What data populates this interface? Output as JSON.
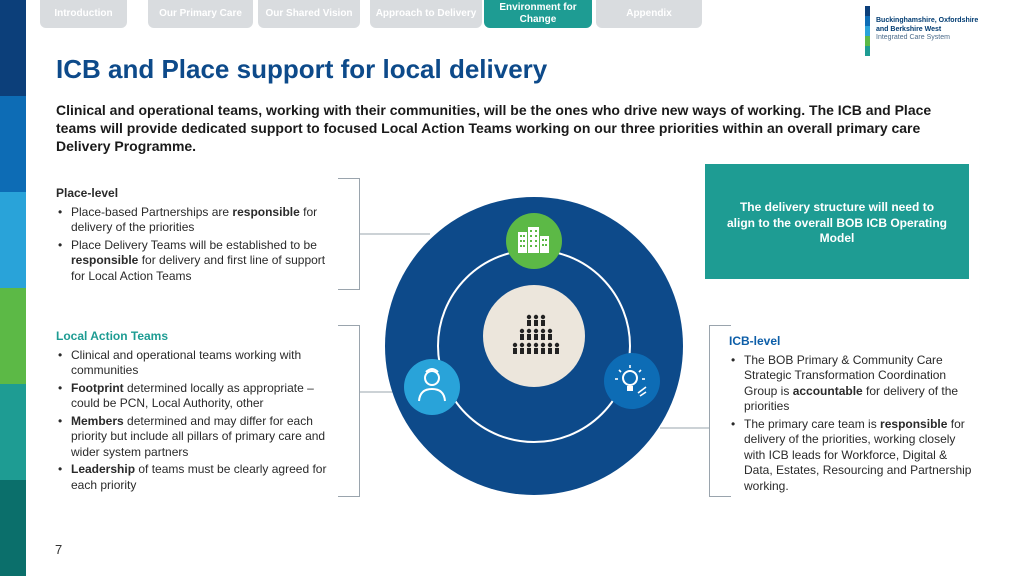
{
  "tabs": [
    {
      "label": "Introduction",
      "active": false
    },
    {
      "label": "Our Primary Care",
      "active": false
    },
    {
      "label": "Our Shared Vision",
      "active": false
    },
    {
      "label": "Approach to Delivery",
      "active": false
    },
    {
      "label": "Environment for Change",
      "active": true
    },
    {
      "label": "Appendix",
      "active": false
    }
  ],
  "logo": {
    "line1": "Buckinghamshire, Oxfordshire",
    "line2": "and Berkshire West",
    "line3": "Integrated Care System"
  },
  "title": "ICB and Place support for local delivery",
  "intro": "Clinical and operational teams, working with their communities, will be the ones who drive new ways of working. The ICB and Place teams will provide dedicated support to focused Local Action Teams working on our three priorities within an overall primary care Delivery Programme.",
  "place": {
    "heading": "Place-level",
    "b1_pre": "Place-based Partnerships are ",
    "b1_bold": "responsible",
    "b1_post": " for delivery of the priorities",
    "b2_pre": "Place Delivery Teams will be established to be ",
    "b2_bold": "responsible",
    "b2_post": " for delivery and first line of support for Local Action Teams"
  },
  "local": {
    "heading": "Local Action Teams",
    "b1": "Clinical and operational teams working with communities",
    "b2_bold": "Footprint",
    "b2_post": " determined locally as appropriate – could be PCN, Local Authority, other",
    "b3_bold": "Members",
    "b3_post": " determined and may differ for each priority but include all pillars of primary care and wider system partners",
    "b4_bold": "Leadership",
    "b4_post": " of teams must be clearly agreed for each priority"
  },
  "teal_box": "The delivery structure will need to align to the overall BOB ICB Operating Model",
  "icb": {
    "heading": "ICB-level",
    "b1_pre": "The BOB Primary & Community Care Strategic Transformation Coordination Group is ",
    "b1_bold": "accountable",
    "b1_post": " for delivery of the priorities",
    "b2_pre": "The primary care team is ",
    "b2_bold": "responsible",
    "b2_post": " for delivery of the priorities, working closely with ICB leads for Workforce, Digital & Data, Estates, Resourcing and Partnership working."
  },
  "icons": {
    "top": "buildings-icon",
    "center": "people-group-icon",
    "left": "person-icon",
    "right": "lightbulb-icon"
  },
  "colors": {
    "navy": "#0d4a8a",
    "teal": "#1e9c93",
    "green": "#5cb946",
    "blue": "#0d5ea8"
  },
  "page_number": "7"
}
